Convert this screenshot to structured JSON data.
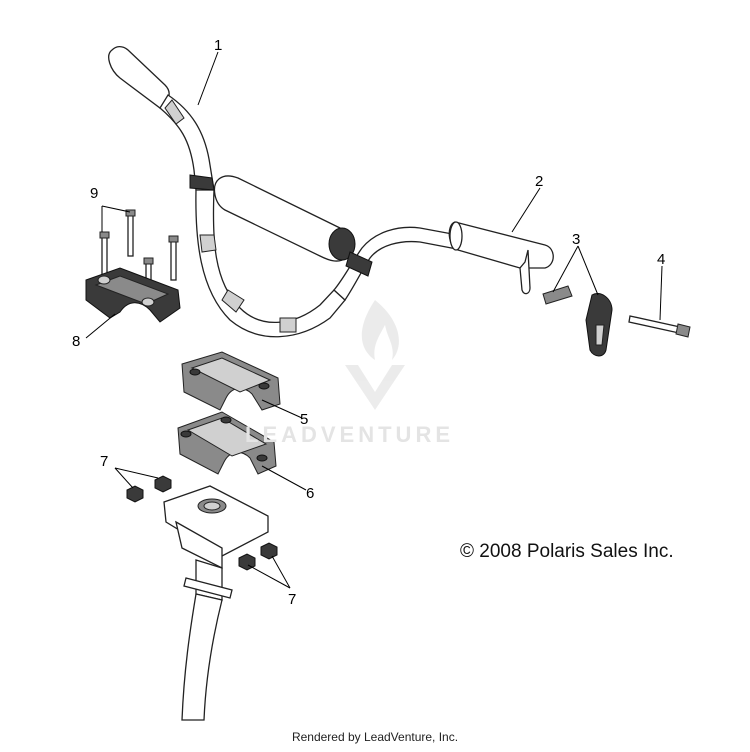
{
  "callouts": {
    "c1": "1",
    "c2": "2",
    "c3": "3",
    "c4": "4",
    "c5": "5",
    "c6": "6",
    "c7a": "7",
    "c7b": "7",
    "c8": "8",
    "c9": "9"
  },
  "watermark": "LEADVENTURE",
  "copyright": "© 2008 Polaris Sales Inc.",
  "footer": "Rendered by LeadVenture, Inc."
}
